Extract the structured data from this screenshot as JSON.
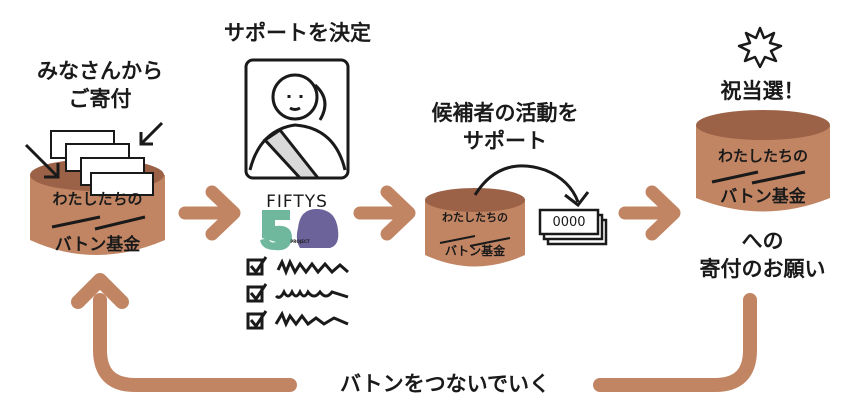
{
  "colors": {
    "accent": "#c28563",
    "accent_dark": "#9c6247",
    "ink": "#1a1a1a",
    "logo_green": "#6fb89e",
    "logo_purple": "#6d639b"
  },
  "labels": {
    "donations_line1": "みなさんから",
    "donations_line2": "ご寄付",
    "decide_support": "サポートを決定",
    "support_line1": "候補者の活動を",
    "support_line2": "サポート",
    "congrats": "祝当選！",
    "request_line1": "への",
    "request_line2": "寄付のお願い",
    "loop": "バトンをつないでいく"
  },
  "fund": {
    "line1": "わたしたちの",
    "line2": "バトン基金"
  },
  "banknote_text": "0000",
  "logo": {
    "name": "FIFTYS",
    "number": "50",
    "sub": "PROJECT"
  },
  "icons": [
    "burst-icon",
    "arrow-right-icon",
    "checkbox-icon",
    "portrait-icon",
    "banknote-icon"
  ]
}
